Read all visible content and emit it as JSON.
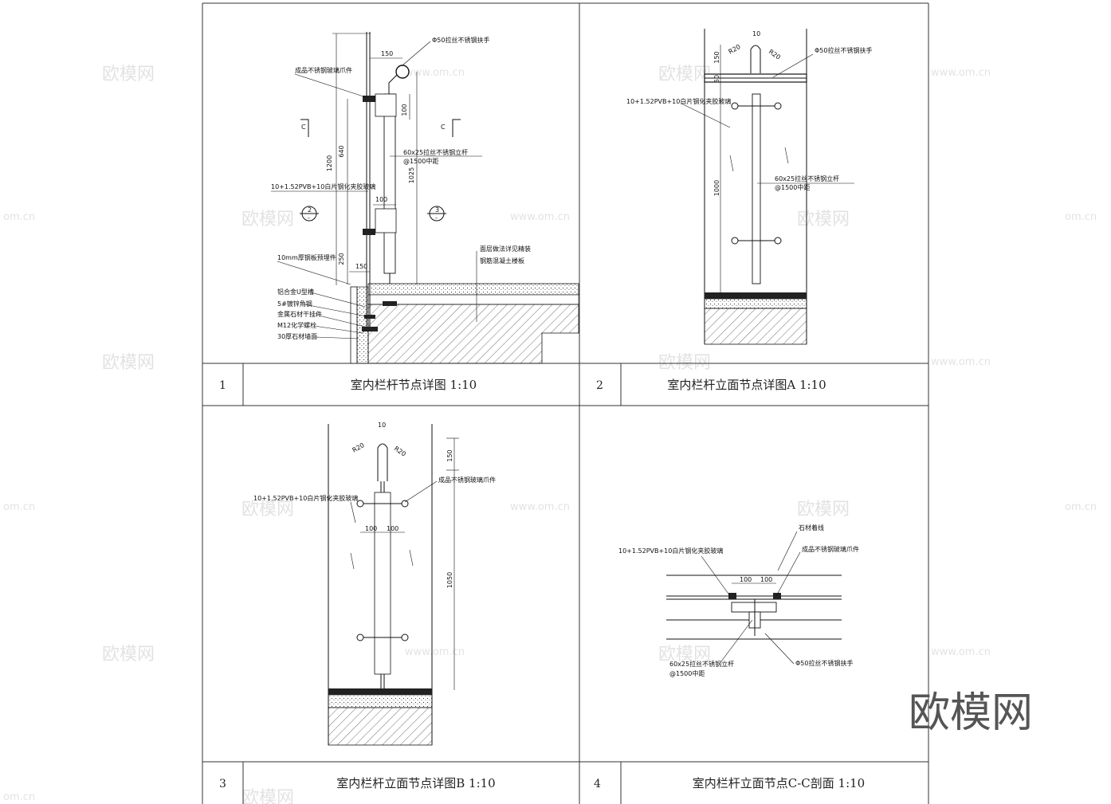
{
  "panels": [
    {
      "number": "1",
      "title": "室内栏杆节点详图 1:10"
    },
    {
      "number": "2",
      "title": "室内栏杆立面节点详图A 1:10"
    },
    {
      "number": "3",
      "title": "室内栏杆立面节点详图B 1:10"
    },
    {
      "number": "4",
      "title": "室内栏杆立面节点C-C剖面  1:10"
    }
  ],
  "detail1": {
    "labels": {
      "handrail": "Φ50拉丝不锈钢扶手",
      "clamp": "成品不锈钢玻璃爪件",
      "post": "60x25拉丝不锈钢立杆",
      "post_spacing": "@1500中距",
      "glass": "10+1.52PVB+10白片钢化夹胶玻璃",
      "plate": "10mm厚钢板预埋件",
      "surface": "面层做法详见精装",
      "slab": "钢筋混凝土楼板",
      "channel": "铝合金U型槽",
      "angle": "5#镀锌角钢",
      "hanger": "金属石材干挂件",
      "bolt": "M12化学螺栓",
      "stone": "30厚石材墙面"
    },
    "dims": {
      "d150a": "150",
      "d100a": "100",
      "d1200": "1200",
      "d640": "640",
      "d1025": "1025",
      "d100b": "100",
      "d250": "250",
      "d150b": "150"
    },
    "section_marks": {
      "left": "C",
      "right": "C"
    },
    "callouts": [
      {
        "top": "2",
        "bottom": "-"
      },
      {
        "top": "3",
        "bottom": "-"
      }
    ]
  },
  "detail2": {
    "labels": {
      "handrail": "Φ50拉丝不锈钢扶手",
      "glass": "10+1.52PVB+10白片钢化夹胶玻璃",
      "post": "60x25拉丝不锈钢立杆",
      "post_spacing": "@1500中距"
    },
    "dims": {
      "d10": "10",
      "r1": "R20",
      "r2": "R20",
      "d150": "150",
      "d50": "50",
      "d1000": "1000"
    }
  },
  "detail3": {
    "labels": {
      "glass": "10+1.52PVB+10白片钢化夹胶玻璃",
      "clamp": "成品不锈钢玻璃爪件"
    },
    "dims": {
      "d10": "10",
      "r1": "R20",
      "r2": "R20",
      "d150": "150",
      "d100a": "100",
      "d100b": "100",
      "d1050": "1050"
    }
  },
  "detail4": {
    "labels": {
      "stone_line": "石材着线",
      "clamp": "成品不锈钢玻璃爪件",
      "glass": "10+1.52PVB+10白片钢化夹胶玻璃",
      "post": "60x25拉丝不锈钢立杆",
      "post_spacing": "@1500中距",
      "handrail": "Φ50拉丝不锈钢扶手"
    },
    "dims": {
      "d100a": "100",
      "d100b": "100"
    }
  },
  "watermark": {
    "text": "欧模网",
    "url": "www.om.cn",
    "domain_tail": "om.cn"
  },
  "logo_text": "欧模网",
  "colors": {
    "line": "#111111",
    "frame": "#333333",
    "watermark": "#cccccc",
    "logo": "#555555"
  }
}
